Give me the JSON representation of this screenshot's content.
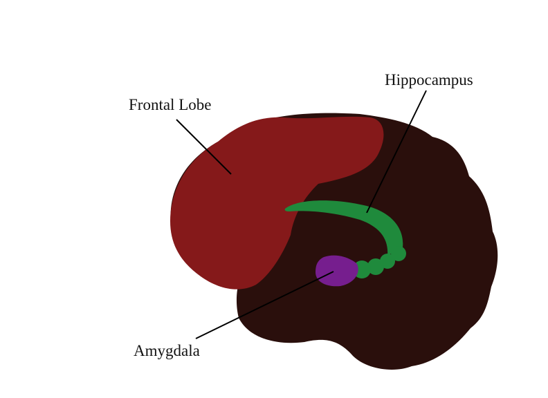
{
  "labels": {
    "frontal_lobe": "Frontal Lobe",
    "hippocampus": "Hippocampus",
    "amygdala": "Amygdala"
  },
  "colors": {
    "brain": "#2a0f0c",
    "frontal_lobe": "#85191a",
    "hippocampus": "#1f8a3c",
    "amygdala": "#761e8e",
    "leader_line": "#000000",
    "background": "#ffffff"
  }
}
